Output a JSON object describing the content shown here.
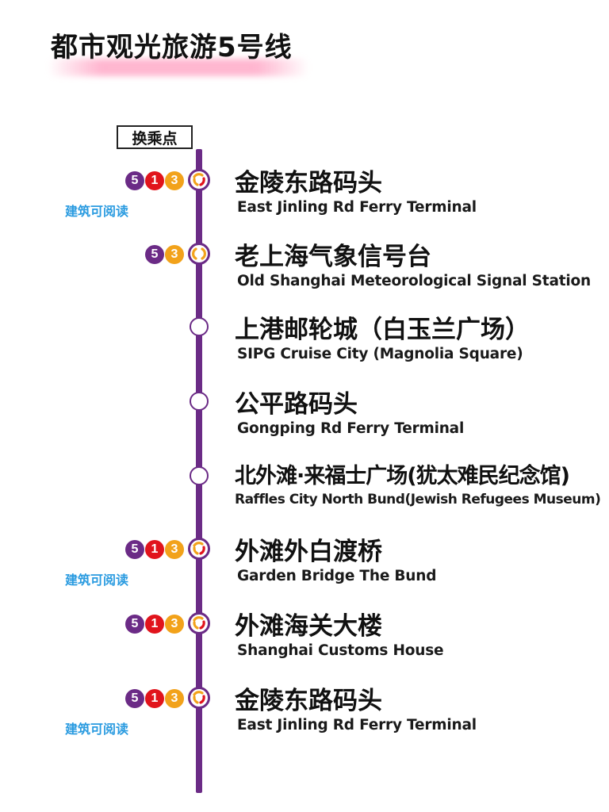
{
  "title": "都市观光旅游5号线",
  "transfer_label": "换乘点",
  "architecture_label": "建筑可阅读",
  "colors": {
    "line": "#6b2b86",
    "route5": "#6b2b86",
    "route1": "#e1141c",
    "route3": "#f2a21a",
    "link": "#2a9be0"
  },
  "stations": [
    {
      "zh": "金陵东路码头",
      "en": "East Jinling Rd Ferry Terminal",
      "transfers": [
        "5",
        "1",
        "3"
      ],
      "architecture": true,
      "icon": "transfer-hub-icon"
    },
    {
      "zh": "老上海气象信号台",
      "en": "Old Shanghai Meteorological Signal Station",
      "transfers": [
        "5",
        "3"
      ],
      "architecture": false,
      "icon": "transfer-hub-icon"
    },
    {
      "zh": "上港邮轮城（白玉兰广场）",
      "en": "SIPG Cruise City (Magnolia Square)",
      "transfers": [],
      "architecture": false,
      "icon": "station-dot-icon"
    },
    {
      "zh": "公平路码头",
      "en": "Gongping Rd Ferry Terminal",
      "transfers": [],
      "architecture": false,
      "icon": "station-dot-icon"
    },
    {
      "zh": "北外滩·来福士广场(犹太难民纪念馆)",
      "en": "Raffles City  North Bund(Jewish Refugees Museum)",
      "transfers": [],
      "architecture": false,
      "icon": "station-dot-icon"
    },
    {
      "zh": "外滩外白渡桥",
      "en": "Garden Bridge The Bund",
      "transfers": [
        "5",
        "1",
        "3"
      ],
      "architecture": true,
      "icon": "transfer-hub-icon"
    },
    {
      "zh": "外滩海关大楼",
      "en": "Shanghai Customs House",
      "transfers": [
        "5",
        "1",
        "3"
      ],
      "architecture": false,
      "icon": "transfer-hub-icon"
    },
    {
      "zh": "金陵东路码头",
      "en": "East Jinling Rd Ferry Terminal",
      "transfers": [
        "5",
        "1",
        "3"
      ],
      "architecture": true,
      "icon": "transfer-hub-icon"
    }
  ]
}
